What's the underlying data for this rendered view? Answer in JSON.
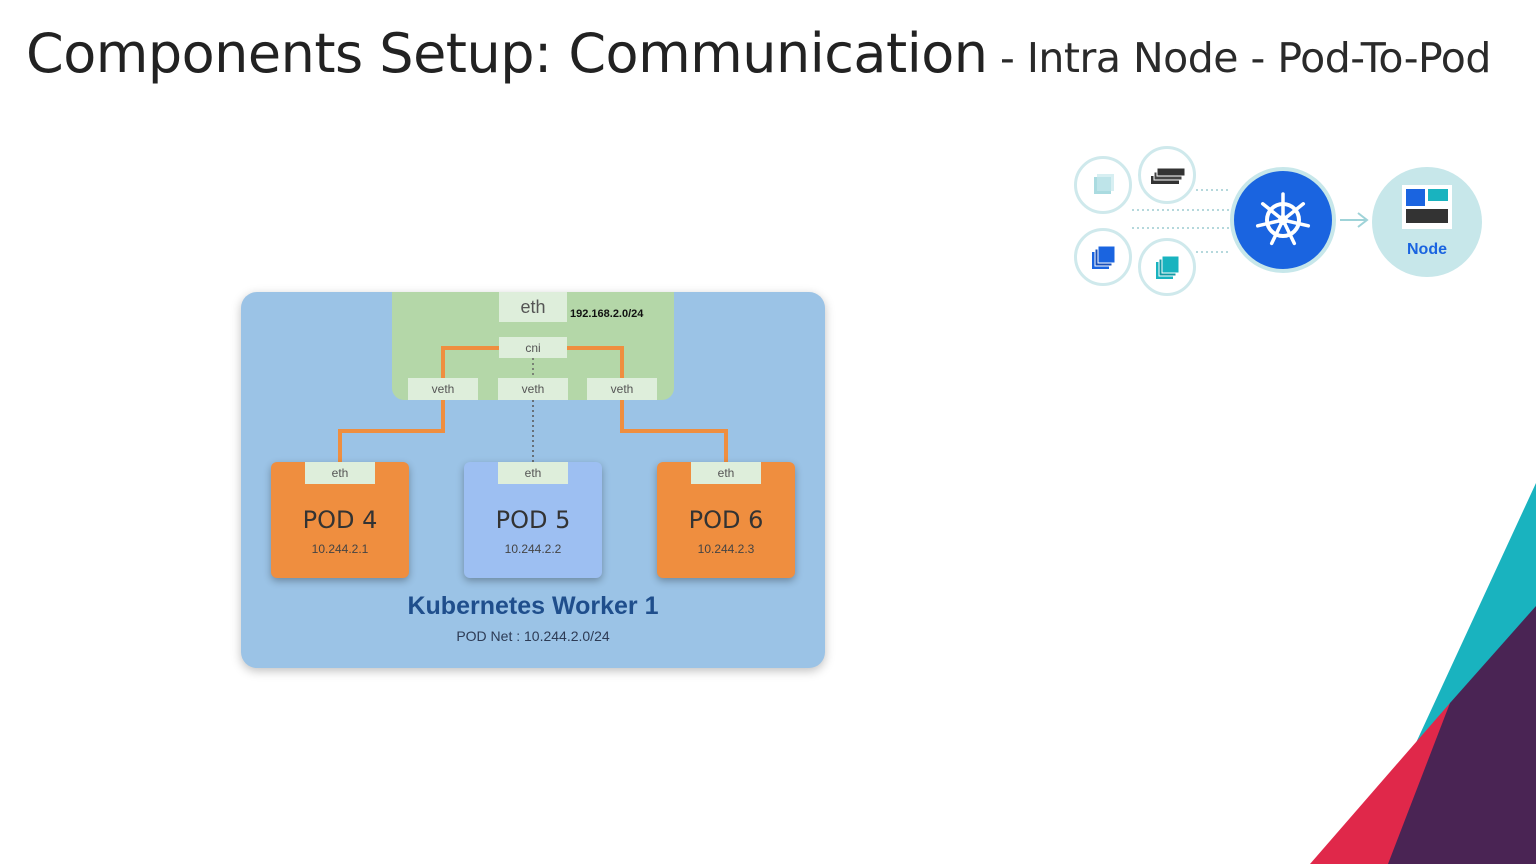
{
  "slide": {
    "title_main": "Components Setup: Communication",
    "title_separator": " - ",
    "title_sub": "Intra Node - Pod-To-Pod"
  },
  "diagram": {
    "host_interface": {
      "label": "eth",
      "subnet": "192.168.2.0/24"
    },
    "cni": {
      "label": "cni"
    },
    "veths": [
      {
        "label": "veth"
      },
      {
        "label": "veth"
      },
      {
        "label": "veth"
      }
    ],
    "pods": [
      {
        "name": "POD 4",
        "ip": "10.244.2.1",
        "iface": "eth",
        "color": "#ef8e3f",
        "link": "solid"
      },
      {
        "name": "POD 5",
        "ip": "10.244.2.2",
        "iface": "eth",
        "color": "#9dbff2",
        "link": "dotted"
      },
      {
        "name": "POD 6",
        "ip": "10.244.2.3",
        "iface": "eth",
        "color": "#ef8e3f",
        "link": "solid"
      }
    ],
    "worker": {
      "title": "Kubernetes Worker 1",
      "pod_net": "POD Net : 10.244.2.0/24"
    },
    "colors": {
      "worker_bg": "#9bc3e6",
      "host_bg": "#b4d7a8",
      "port_bg": "#deeedb",
      "wire": "#ef8e3f",
      "worker_title": "#1f4e8c"
    }
  },
  "logo": {
    "icons": [
      "single-stack-icon",
      "server-stack-icon",
      "blue-stack-icon",
      "teal-stack-icon",
      "kubernetes-wheel-icon",
      "node-layout-icon"
    ],
    "node_label": "Node",
    "colors": {
      "k8s_blue": "#1a64e0",
      "teal": "#c7e7ea"
    }
  },
  "decoration": {
    "corner_colors": [
      "#19b3bf",
      "#4a2454",
      "#e0284a"
    ]
  }
}
